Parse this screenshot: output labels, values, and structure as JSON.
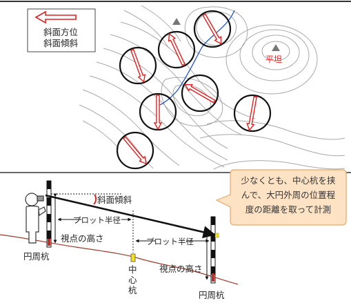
{
  "legend": {
    "line1": "斜面方位",
    "line2": "斜面傾斜"
  },
  "map": {
    "flat_label": "平坦"
  },
  "side": {
    "slope_label": "斜面傾斜",
    "plot_radius_upper": "プロット半径",
    "plot_radius_lower": "プロット半径",
    "eye_height_left": "視点の高さ",
    "eye_height_right": "視点の高さ",
    "stake_left": "円周杭",
    "stake_right": "円周杭",
    "center_stake_1": "中",
    "center_stake_2": "心",
    "center_stake_3": "杭"
  },
  "callout": {
    "line1": "少なくとも、中心杭を挟",
    "line2": "んで、大円外周の位置程",
    "line3": "度の距離を取って計測"
  },
  "colors": {
    "arrow_red": "#e02020",
    "callout_fill": "#fde2c4",
    "callout_border": "#e8a86a",
    "contour": "#a8a8a8",
    "stream": "#2255cc",
    "ground": "#9a3a2a",
    "post_yellow": "#f5e020"
  }
}
